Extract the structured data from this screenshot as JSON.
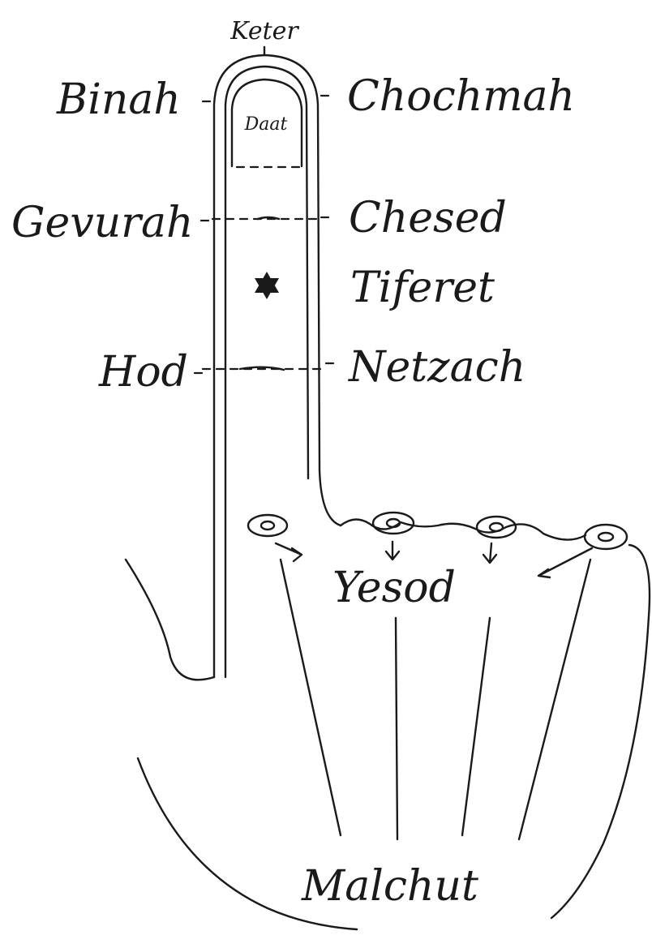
{
  "labels": {
    "keter": "Keter",
    "binah": "Binah",
    "chochmah": "Chochmah",
    "daat": "Daat",
    "gevurah": "Gevurah",
    "chesed": "Chesed",
    "tiferet": "Tiferet",
    "hod": "Hod",
    "netzach": "Netzach",
    "yesod": "Yesod",
    "malchut": "Malchut"
  },
  "icons": {
    "tiferet_symbol": "star-of-david-icon"
  }
}
